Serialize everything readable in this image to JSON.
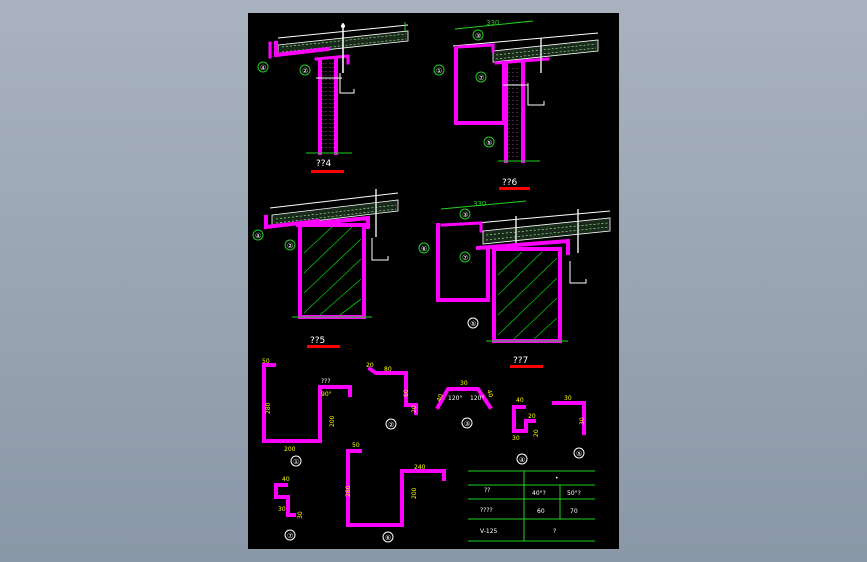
{
  "details": {
    "d4": "??4",
    "d5": "??5",
    "d6": "??6",
    "d7": "??7"
  },
  "dimensions": {
    "d330_top": "330",
    "d330_mid": "330",
    "p1_50": "50",
    "p1_280": "280",
    "p1_200": "200",
    "p1_200r": "200",
    "p1_q": "???",
    "p1_90": "90°",
    "p2_20": "20",
    "p2_80": "80",
    "p2_60": "60",
    "p2_20b": "20",
    "p3_30": "30",
    "p3_40l": "40",
    "p3_40r": "40",
    "p3_120l": "120°",
    "p3_120r": "120°",
    "p4_40": "40",
    "p4_20a": "20",
    "p4_30": "30",
    "p4_20b": "20",
    "p5_30a": "30",
    "p5_30b": "30",
    "p6_50": "50",
    "p6_280": "280",
    "p6_240": "240",
    "p6_200": "200",
    "p7_40": "40",
    "p7_30": "30",
    "p7_30b": "30"
  },
  "callouts": {
    "c1": "①",
    "c2": "②",
    "c3": "③",
    "c4": "④",
    "c5": "⑤",
    "c6": "⑥",
    "c7": "⑦"
  },
  "table": {
    "r1": [
      "??",
      "40°?",
      "50°?"
    ],
    "r2": [
      "????",
      "60",
      "70"
    ],
    "r3": [
      "V-125",
      "?"
    ],
    "header_mark": "•"
  }
}
